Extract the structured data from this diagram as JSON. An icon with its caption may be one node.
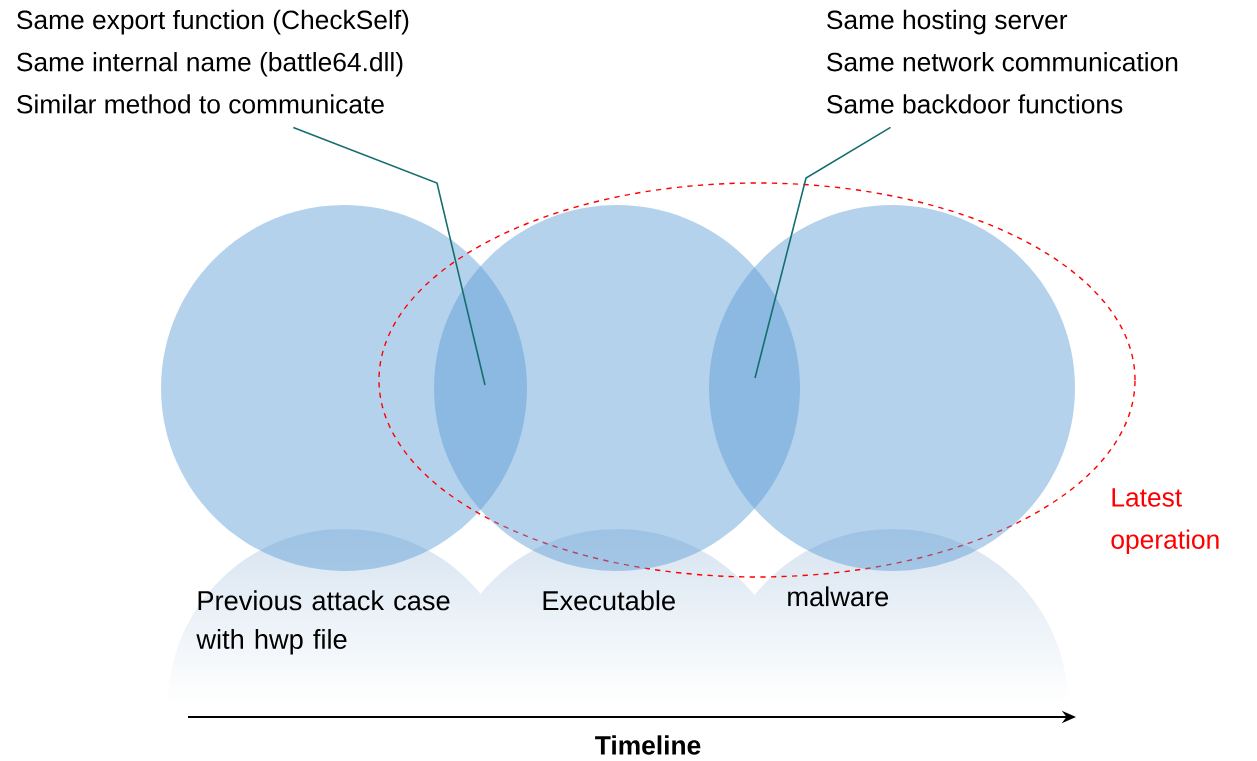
{
  "diagram": {
    "nodes": [
      {
        "text": [
          "Same export function (CheckSelf)",
          "Same internal name (battle64.dll)",
          "Similar method to communicate"
        ]
      },
      {
        "text": [
          "Same hosting server",
          "Same network communication",
          "Same backdoor functions"
        ]
      },
      {
        "text": [],
        "shape": "circle",
        "beside": [
          "Previous attack case with hwp file"
        ]
      },
      {
        "text": [
          "Latest operation"
        ]
      },
      {
        "text": [],
        "shape": "circle",
        "beside": [
          "Executable"
        ],
        "in": 3
      },
      {
        "text": [],
        "shape": "circle",
        "beside": [
          "malware"
        ],
        "in": 3
      }
    ],
    "edges": [
      {
        "from": 0,
        "to": 2,
        "arrow": "none"
      },
      {
        "from": 1,
        "to": 4,
        "arrow": "none"
      }
    ],
    "labels": [
      "Timeline"
    ]
  }
}
